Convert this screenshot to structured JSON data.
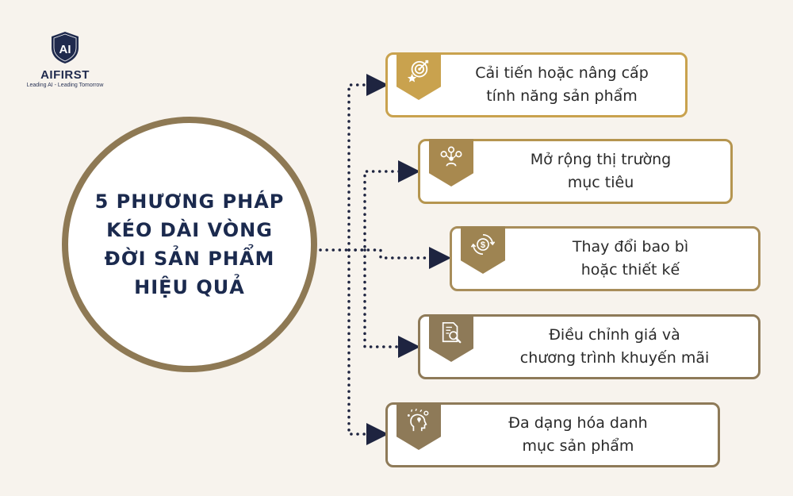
{
  "logo": {
    "mark": "AI",
    "name": "AIFIRST",
    "tagline": "Leading AI - Leading Tomorrow"
  },
  "center": {
    "title": "5 PHƯƠNG PHÁP\nKÉO DÀI VÒNG\nĐỜI SẢN PHẨM\nHIỆU QUẢ"
  },
  "methods": [
    {
      "label": "Cải tiến hoặc nâng cấp\ntính năng sản phẩm",
      "icon": "target-star-icon",
      "color": "#c9a24e"
    },
    {
      "label": "Mở rộng thị trường\nmục tiêu",
      "icon": "market-network-icon",
      "color": "#a8894f"
    },
    {
      "label": "Thay đổi bao bì\nhoặc thiết kế",
      "icon": "dollar-cycle-icon",
      "color": "#9e8452"
    },
    {
      "label": "Điều chỉnh giá và\nchương trình khuyến mãi",
      "icon": "document-search-icon",
      "color": "#8e7a58"
    },
    {
      "label": "Đa dạng hóa danh\nmục sản phẩm",
      "icon": "idea-head-icon",
      "color": "#8e7a58"
    }
  ],
  "colors": {
    "background": "#f7f3ed",
    "navy": "#1b2a4e",
    "gold": "#c9a24e",
    "brown": "#8e7a58",
    "connector": "#1e2440"
  }
}
